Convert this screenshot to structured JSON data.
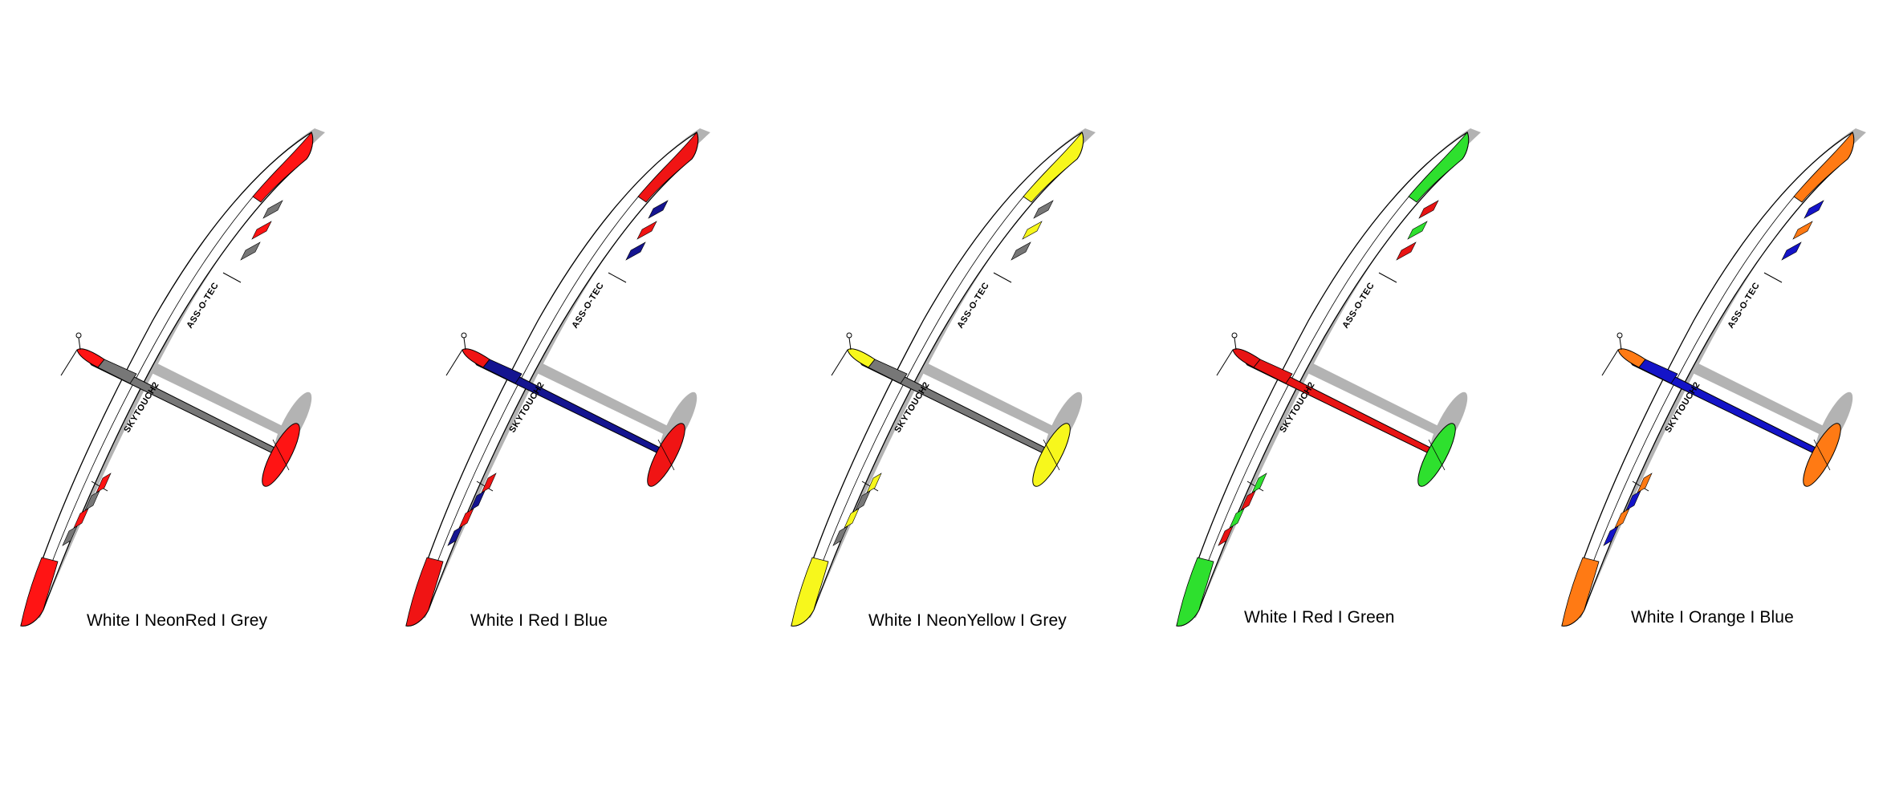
{
  "wing_text_top": "ASS-O-TEC",
  "wing_text_bottom": "SKYTOUCH2",
  "colors": {
    "shadow": "#b3b3b3",
    "base": "#ffffff",
    "outline": "#000000"
  },
  "variants": [
    {
      "label": "White I NeonRed I Grey",
      "primary": "#ff1414",
      "secondary": "#777777",
      "fuselage": "#777777",
      "nose": "#ff1414"
    },
    {
      "label": "White I Red I Blue",
      "primary": "#f01414",
      "secondary": "#141490",
      "fuselage": "#141490",
      "nose": "#f01414"
    },
    {
      "label": "White I NeonYellow I Grey",
      "primary": "#f7f71c",
      "secondary": "#777777",
      "fuselage": "#777777",
      "nose": "#f7f71c"
    },
    {
      "label": "White I Red I Green",
      "primary": "#2ee02e",
      "secondary": "#e81414",
      "fuselage": "#e81414",
      "nose": "#e81414"
    },
    {
      "label": "White I Orange I Blue",
      "primary": "#ff7a14",
      "secondary": "#1414c8",
      "fuselage": "#1414c8",
      "nose": "#ff7a14"
    }
  ]
}
